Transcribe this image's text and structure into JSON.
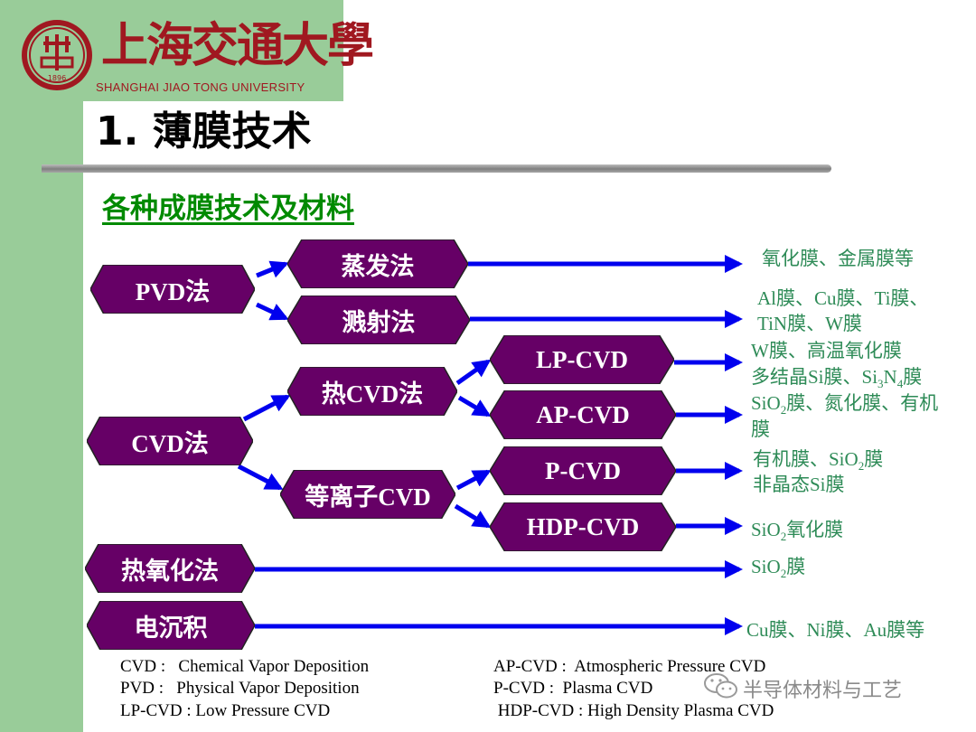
{
  "header": {
    "logo_cn": "上海交通大學",
    "logo_en": "SHANGHAI JIAO TONG UNIVERSITY",
    "seal_text": "1896"
  },
  "title": "1. 薄膜技术",
  "subtitle": "各种成膜技术及材料",
  "methods": {
    "pvd": "PVD法",
    "cvd": "CVD法",
    "thermal_oxidation": "热氧化法",
    "electrodeposition": "电沉积"
  },
  "submethods": {
    "evaporation": "蒸发法",
    "sputtering": "溅射法",
    "thermal_cvd": "热CVD法",
    "plasma_cvd": "等离子CVD",
    "lp_cvd": "LP-CVD",
    "ap_cvd": "AP-CVD",
    "p_cvd": "P-CVD",
    "hdp_cvd": "HDP-CVD"
  },
  "results": {
    "evaporation": "氧化膜、金属膜等",
    "sputtering_1": "Al膜、Cu膜、Ti膜、",
    "sputtering_2": "TiN膜、W膜",
    "lp_cvd_1": "W膜、高温氧化膜",
    "lp_cvd_2a": "多结晶Si膜、Si",
    "lp_cvd_2b": "3",
    "lp_cvd_2c": "N",
    "lp_cvd_2d": "4",
    "lp_cvd_2e": "膜",
    "ap_cvd_1a": "SiO",
    "ap_cvd_1b": "2",
    "ap_cvd_1c": "膜、氮化膜、有机",
    "ap_cvd_2": "膜",
    "p_cvd_1a": "有机膜、SiO",
    "p_cvd_1b": "2",
    "p_cvd_1c": "膜",
    "p_cvd_2": "非晶态Si膜",
    "hdp_cvd_a": "SiO",
    "hdp_cvd_b": "2",
    "hdp_cvd_c": "氧化膜",
    "thermal_oxidation_a": "SiO",
    "thermal_oxidation_b": "2",
    "thermal_oxidation_c": "膜",
    "electrodeposition": "Cu膜、Ni膜、Au膜等"
  },
  "legend": {
    "left": [
      "CVD :   Chemical Vapor Deposition",
      "PVD :   Physical Vapor Deposition",
      "LP-CVD : Low Pressure CVD"
    ],
    "right": [
      "AP-CVD :  Atmospheric Pressure CVD",
      "P-CVD :  Plasma CVD",
      " HDP-CVD : High Density Plasma CVD"
    ]
  },
  "watermark": "半导体材料与工艺",
  "colors": {
    "node_fill": "#660066",
    "arrow": "#0000ee",
    "result_text": "#2e8b57",
    "subtitle": "#008a00",
    "side_bar": "#99cc99",
    "logo": "#a01820"
  }
}
